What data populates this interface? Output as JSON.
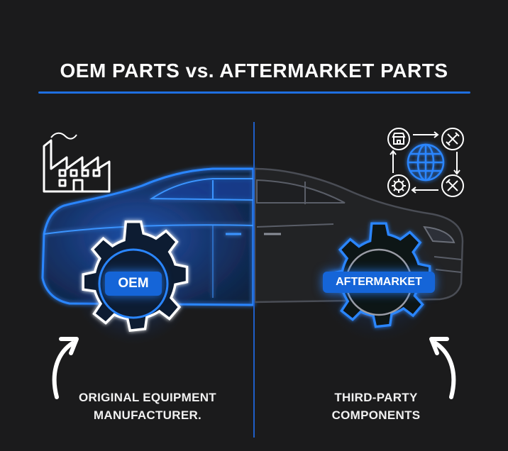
{
  "title": "OEM PARTS vs. AFTERMARKET PARTS",
  "left": {
    "badge": "OEM",
    "caption_line1": "ORIGINAL EQUIPMENT",
    "caption_line2": "MANUFACTURER.",
    "icon": "factory-icon"
  },
  "right": {
    "badge": "AFTERMARKET",
    "caption_line1": "THIRD-PARTY",
    "caption_line2": "COMPONENTS",
    "icons": [
      "store-icon",
      "tools-icon",
      "globe-icon",
      "gear-icon",
      "wrench-screwdriver-icon"
    ]
  },
  "colors": {
    "background": "#1b1b1c",
    "accent": "#1f6fe0",
    "glow": "#2a8cff",
    "outline": "#ffffff"
  }
}
